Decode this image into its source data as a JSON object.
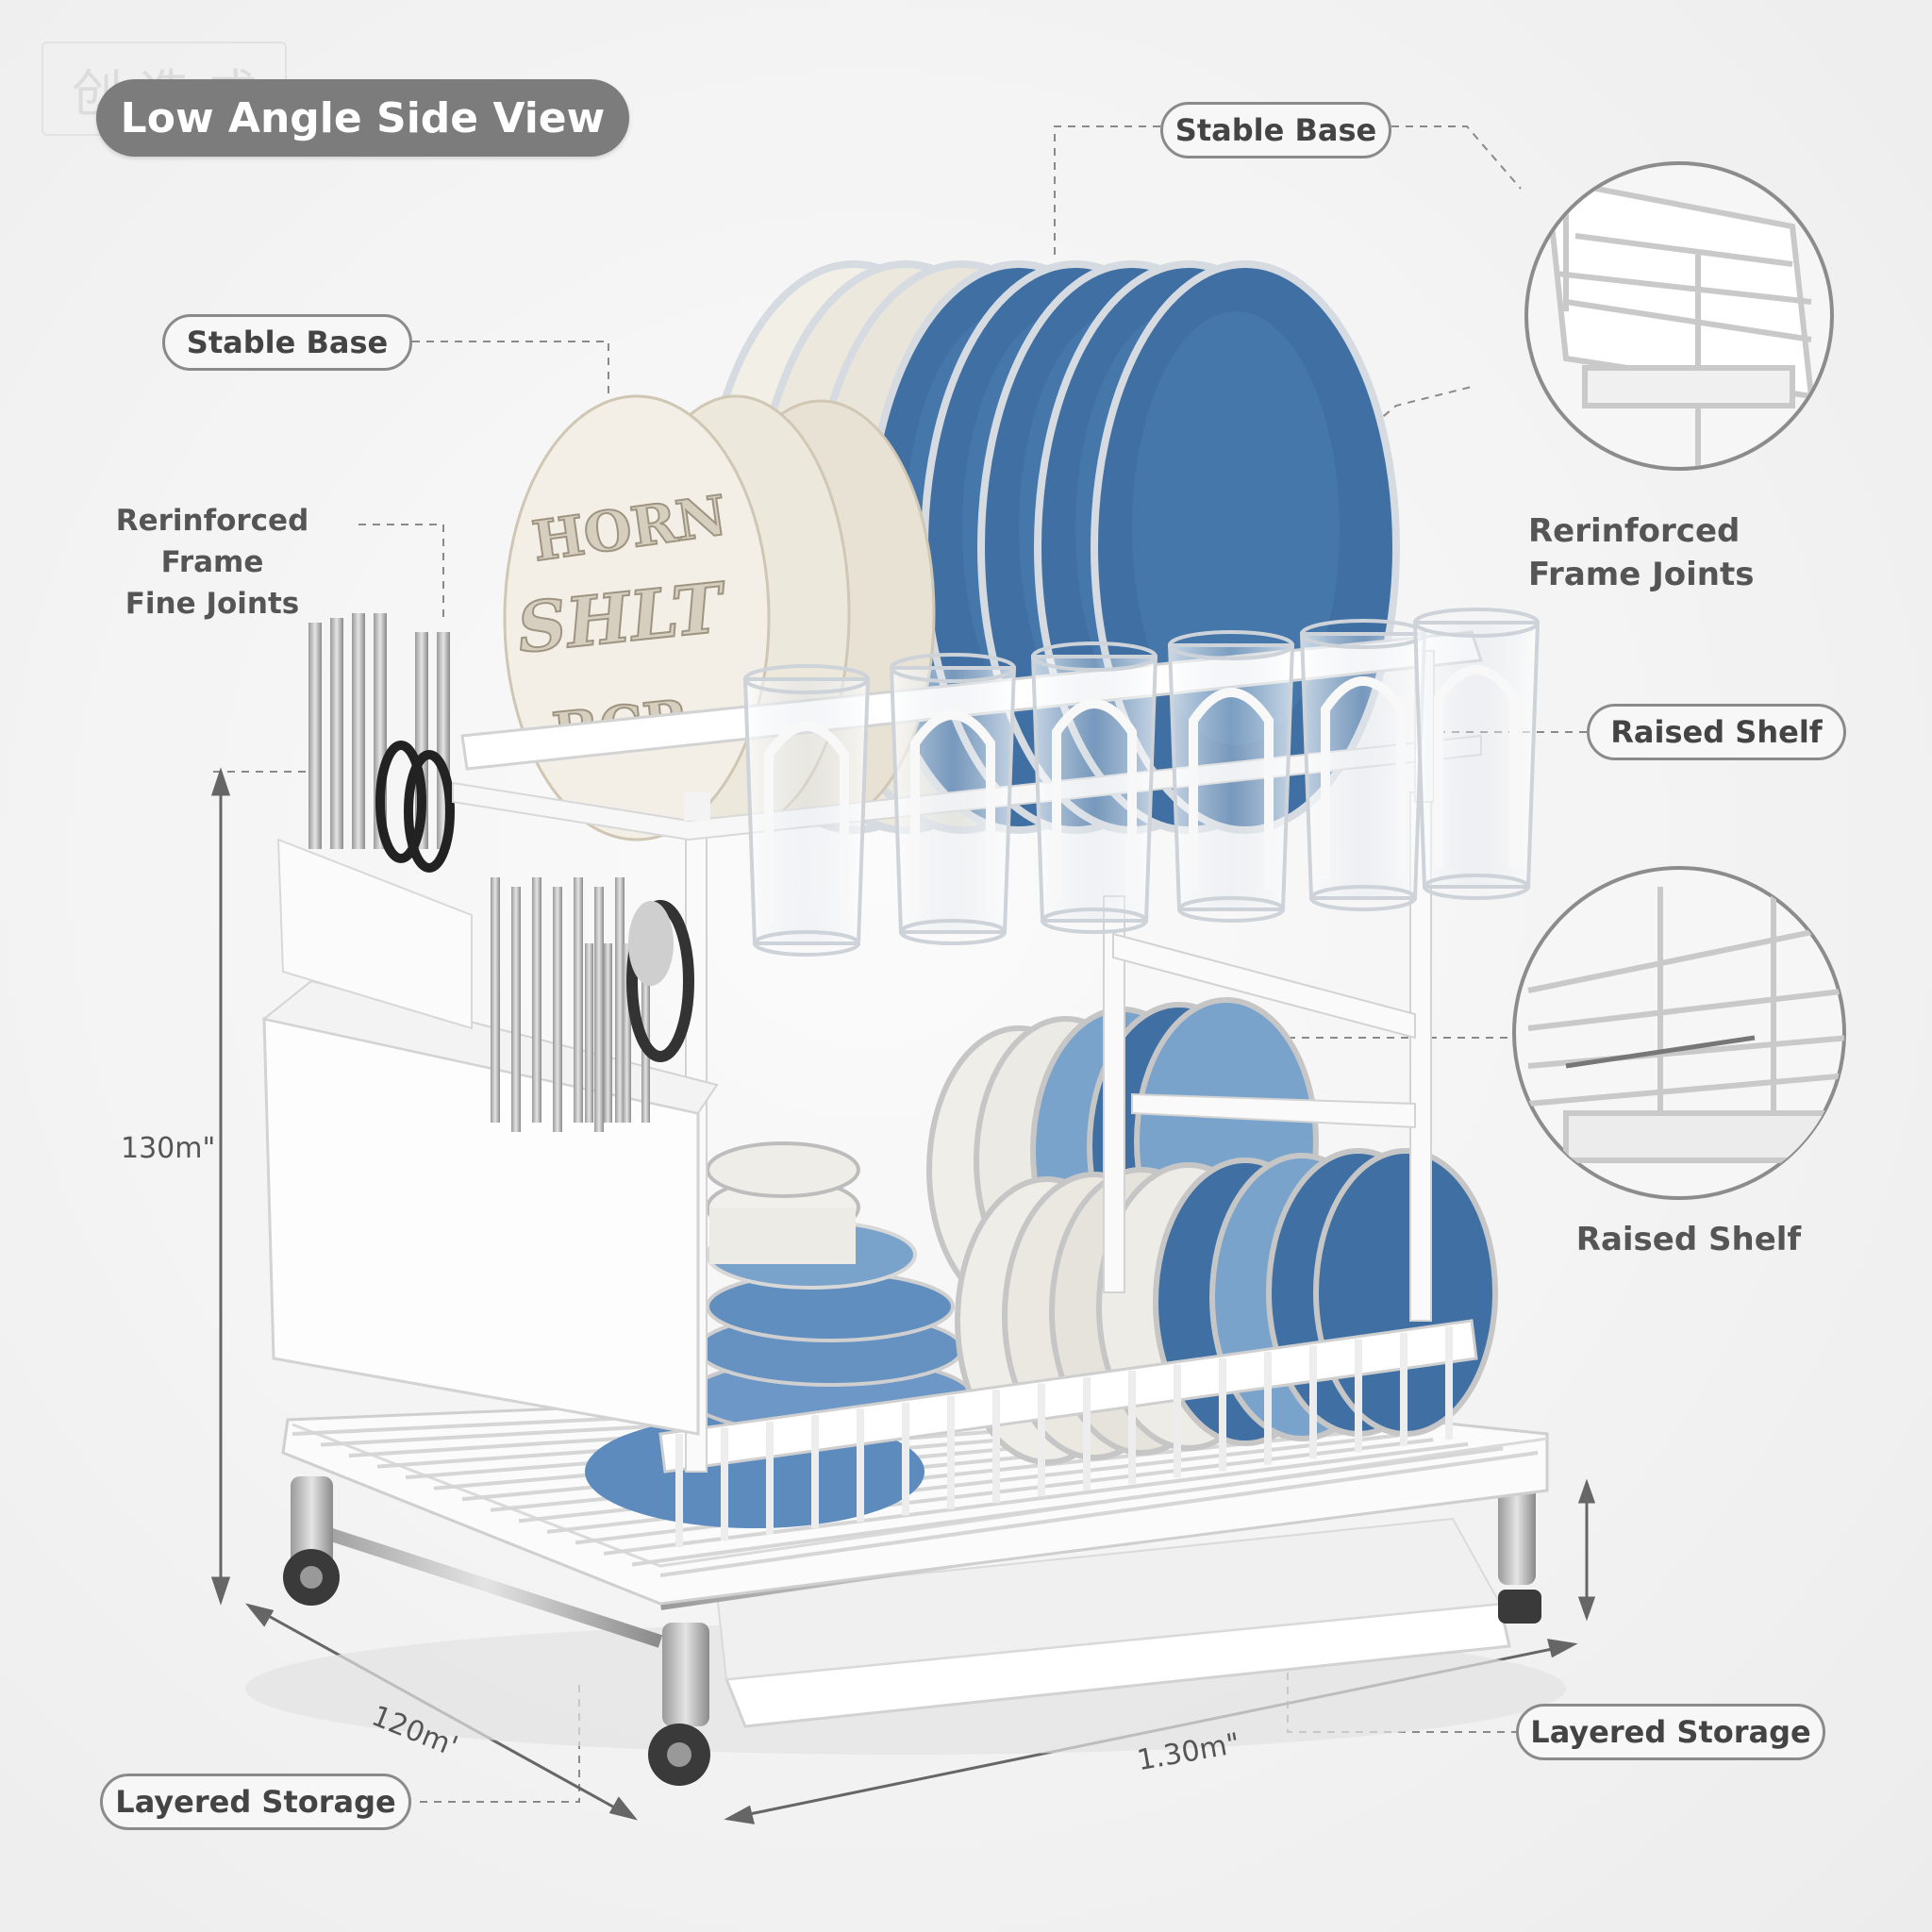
{
  "watermark": "创 造 成",
  "title": "Low Angle Side View",
  "callouts": {
    "stable_base_top": "Stable Base",
    "stable_base_left": "Stable Base",
    "reinforced_left_line1": "Rerinforced Frame",
    "reinforced_left_line2": "Fine Joints",
    "reinforced_right_line1": "Rerinforced",
    "reinforced_right_line2": "Frame Joints",
    "raised_shelf_pill": "Raised Shelf",
    "raised_shelf_plain": "Raised Shelf",
    "layered_storage_right": "Layered Storage",
    "layered_storage_left": "Layered Storage"
  },
  "dimensions": {
    "height": "130m\"",
    "depth": "120m'",
    "width": "1.30m\""
  },
  "plate_text": [
    "HORN",
    "SHLT",
    "BCR"
  ],
  "colors": {
    "plate_blue": "#3f6fa3",
    "plate_blue_light": "#7aa3cc",
    "plate_cream": "#efeae0",
    "frame_white": "#fafafa",
    "pill_border": "#8a8a8a"
  }
}
